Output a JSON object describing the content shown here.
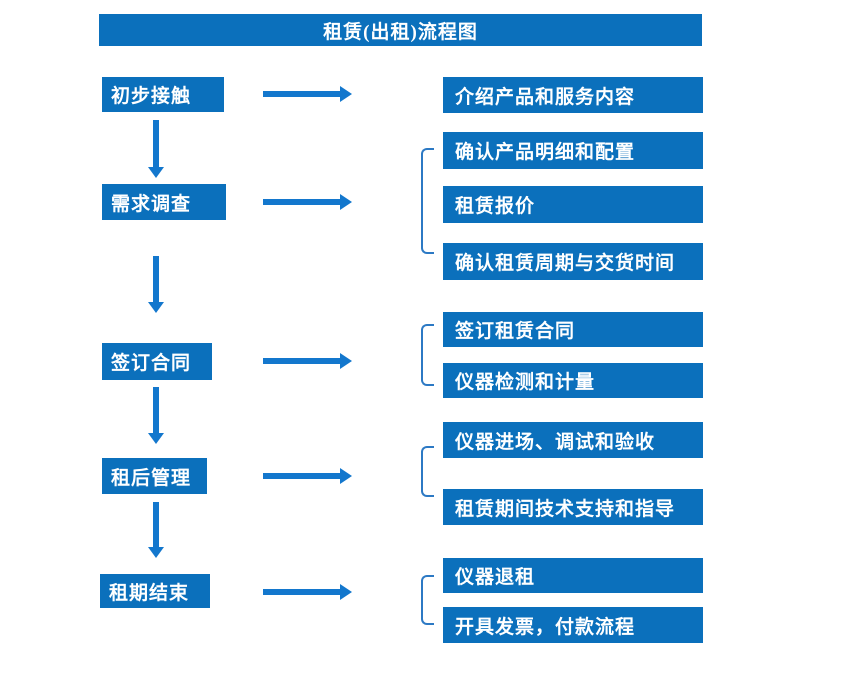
{
  "title": "租赁(出租)流程图",
  "colors": {
    "box_fill": "#0B70BC",
    "arrow": "#1377CD",
    "bracket": "#2C79C4",
    "text": "#FFFFFF",
    "background": "#FFFFFF"
  },
  "steps": [
    {
      "label": "初步接触",
      "details": [
        "介绍产品和服务内容"
      ]
    },
    {
      "label": "需求调查",
      "details": [
        "确认产品明细和配置",
        "租赁报价",
        "确认租赁周期与交货时间"
      ]
    },
    {
      "label": "签订合同",
      "details": [
        "签订租赁合同",
        "仪器检测和计量"
      ]
    },
    {
      "label": "租后管理",
      "details": [
        "仪器进场、调试和验收",
        "租赁期间技术支持和指导"
      ]
    },
    {
      "label": "租期结束",
      "details": [
        "仪器退租",
        "开具发票，付款流程"
      ]
    }
  ]
}
